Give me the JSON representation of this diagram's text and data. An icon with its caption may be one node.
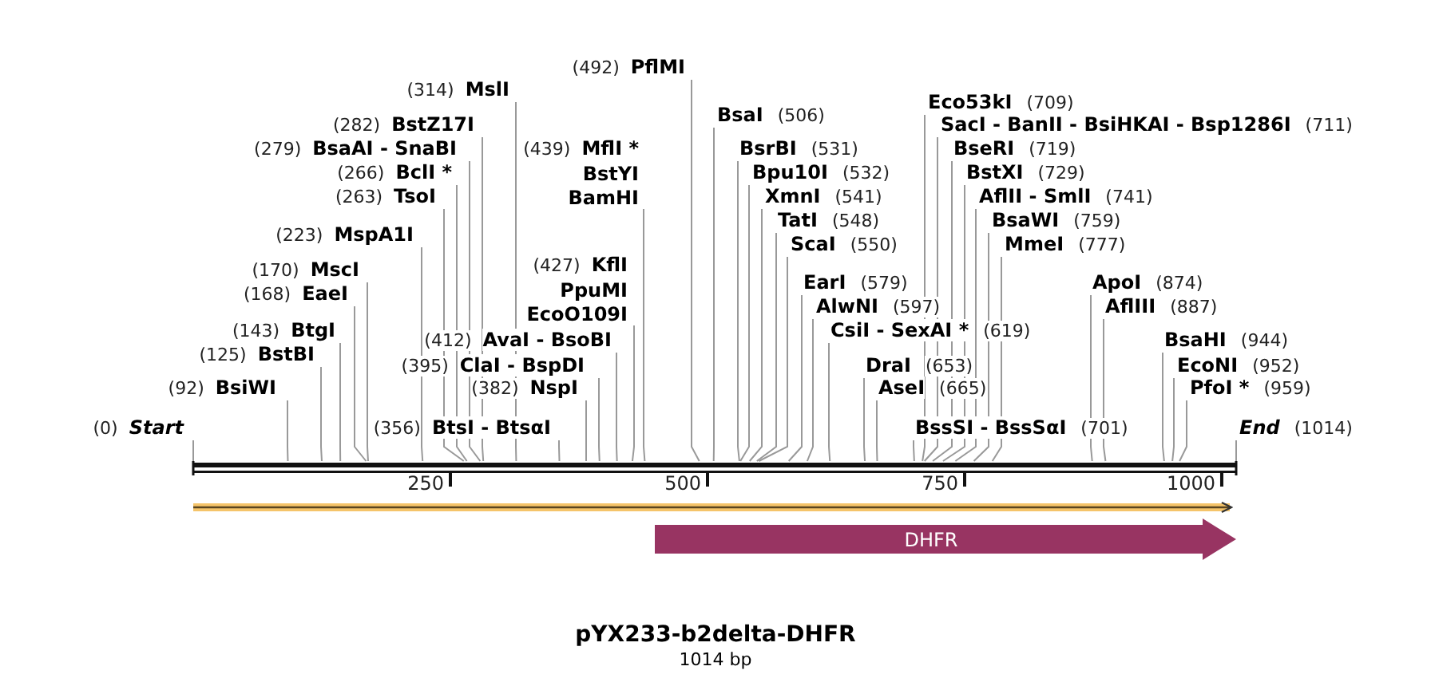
{
  "diagram": {
    "title": "pYX233-b2delta-DHFR",
    "caption": "1014 bp",
    "nodes": [
      {
        "text": [
          "(492)",
          "PflMI"
        ]
      },
      {
        "text": [
          "(314)",
          "MslI"
        ]
      },
      {
        "text": [
          "BsaI",
          "(506)"
        ]
      },
      {
        "text": [
          "(282)",
          "BstZ17I"
        ]
      },
      {
        "text": [
          "Eco53kI",
          "(709)"
        ]
      },
      {
        "text": [
          "SacI - BanII - BsiHKAI - Bsp1286I",
          "(711)"
        ]
      },
      {
        "text": [
          "(279)",
          "BsaAI - SnaBI"
        ]
      },
      {
        "text": [
          "(439)",
          "MflI *",
          "BstYI",
          "BamHI"
        ]
      },
      {
        "text": [
          "BsrBI",
          "(531)"
        ]
      },
      {
        "text": [
          "BseRI",
          "(719)"
        ]
      },
      {
        "text": [
          "(266)",
          "BclI *"
        ]
      },
      {
        "text": [
          "Bpu10I",
          "(532)"
        ]
      },
      {
        "text": [
          "BstXI",
          "(729)"
        ]
      },
      {
        "text": [
          "(263)",
          "TsoI"
        ]
      },
      {
        "text": [
          "XmnI",
          "(541)"
        ]
      },
      {
        "text": [
          "AflII - SmlI",
          "(741)"
        ]
      },
      {
        "text": [
          "TatI",
          "(548)"
        ]
      },
      {
        "text": [
          "BsaWI",
          "(759)"
        ]
      },
      {
        "text": [
          "(223)",
          "MspA1I"
        ]
      },
      {
        "text": [
          "ScaI",
          "(550)"
        ]
      },
      {
        "text": [
          "MmeI",
          "(777)"
        ]
      },
      {
        "text": [
          "(170)",
          "MscI"
        ]
      },
      {
        "text": [
          "(427)",
          "KflI",
          "PpuMI",
          "EcoO109I"
        ]
      },
      {
        "text": [
          "EarI",
          "(579)"
        ]
      },
      {
        "text": [
          "ApoI",
          "(874)"
        ]
      },
      {
        "text": [
          "(168)",
          "EaeI"
        ]
      },
      {
        "text": [
          "AlwNI",
          "(597)"
        ]
      },
      {
        "text": [
          "AflIII",
          "(887)"
        ]
      },
      {
        "text": [
          "(143)",
          "BtgI"
        ]
      },
      {
        "text": [
          "CsiI - SexAI *",
          "(619)"
        ]
      },
      {
        "text": [
          "(412)",
          "AvaI - BsoBI"
        ]
      },
      {
        "text": [
          "(125)",
          "BstBI"
        ]
      },
      {
        "text": [
          "BsaHI",
          "(944)"
        ]
      },
      {
        "text": [
          "(395)",
          "ClaI - BspDI"
        ]
      },
      {
        "text": [
          "DraI",
          "(653)"
        ]
      },
      {
        "text": [
          "EcoNI",
          "(952)"
        ]
      },
      {
        "text": [
          "(92)",
          "BsiWI"
        ]
      },
      {
        "text": [
          "(382)",
          "NspI"
        ]
      },
      {
        "text": [
          "AseI",
          "(665)"
        ]
      },
      {
        "text": [
          "PfoI *",
          "(959)"
        ]
      },
      {
        "text": [
          "(0)",
          "Start"
        ]
      },
      {
        "text": [
          "(356)",
          "BtsI - BtsαI"
        ]
      },
      {
        "text": [
          "BssSI - BssSαI",
          "(701)"
        ]
      },
      {
        "text": [
          "End",
          "(1014)"
        ]
      },
      {
        "text": [],
        "shape": "bar"
      },
      {
        "text": [
          "DHFR"
        ]
      }
    ],
    "edges": [
      {
        "from": 0,
        "to": 44,
        "arrow": "none"
      },
      {
        "from": 1,
        "to": 44,
        "arrow": "none"
      },
      {
        "from": 2,
        "to": 44,
        "arrow": "none"
      },
      {
        "from": 3,
        "to": 44,
        "arrow": "none"
      },
      {
        "from": 4,
        "to": 44,
        "arrow": "none"
      },
      {
        "from": 5,
        "to": 44,
        "arrow": "none"
      },
      {
        "from": 6,
        "to": 44,
        "arrow": "none"
      },
      {
        "from": 7,
        "to": 44,
        "arrow": "none"
      },
      {
        "from": 8,
        "to": 44,
        "arrow": "none"
      },
      {
        "from": 9,
        "to": 44,
        "arrow": "none"
      },
      {
        "from": 10,
        "to": 44,
        "arrow": "none"
      },
      {
        "from": 11,
        "to": 44,
        "arrow": "none"
      },
      {
        "from": 12,
        "to": 44,
        "arrow": "none"
      },
      {
        "from": 13,
        "to": 44,
        "arrow": "none"
      },
      {
        "from": 14,
        "to": 44,
        "arrow": "none"
      },
      {
        "from": 15,
        "to": 44,
        "arrow": "none"
      },
      {
        "from": 16,
        "to": 44,
        "arrow": "none"
      },
      {
        "from": 17,
        "to": 44,
        "arrow": "none"
      },
      {
        "from": 18,
        "to": 44,
        "arrow": "none"
      },
      {
        "from": 19,
        "to": 44,
        "arrow": "none"
      },
      {
        "from": 20,
        "to": 44,
        "arrow": "none"
      },
      {
        "from": 21,
        "to": 44,
        "arrow": "none"
      },
      {
        "from": 22,
        "to": 44,
        "arrow": "none"
      },
      {
        "from": 23,
        "to": 44,
        "arrow": "none"
      },
      {
        "from": 24,
        "to": 44,
        "arrow": "none"
      },
      {
        "from": 25,
        "to": 44,
        "arrow": "none"
      },
      {
        "from": 26,
        "to": 44,
        "arrow": "none"
      },
      {
        "from": 27,
        "to": 44,
        "arrow": "none"
      },
      {
        "from": 28,
        "to": 44,
        "arrow": "none"
      },
      {
        "from": 29,
        "to": 44,
        "arrow": "none"
      },
      {
        "from": 30,
        "to": 44,
        "arrow": "none"
      },
      {
        "from": 31,
        "to": 44,
        "arrow": "none"
      },
      {
        "from": 32,
        "to": 44,
        "arrow": "none"
      },
      {
        "from": 33,
        "to": 44,
        "arrow": "none"
      },
      {
        "from": 34,
        "to": 44,
        "arrow": "none"
      },
      {
        "from": 35,
        "to": 44,
        "arrow": "none"
      },
      {
        "from": 36,
        "to": 44,
        "arrow": "none"
      },
      {
        "from": 37,
        "to": 44,
        "arrow": "none"
      },
      {
        "from": 38,
        "to": 44,
        "arrow": "none"
      },
      {
        "from": 39,
        "to": 44,
        "arrow": "none"
      },
      {
        "from": 40,
        "to": 44,
        "arrow": "none"
      },
      {
        "from": 41,
        "to": 44,
        "arrow": "none"
      },
      {
        "from": 42,
        "to": 44,
        "arrow": "none"
      },
      {
        "from": 43,
        "to": 44,
        "arrow": "none"
      }
    ],
    "labels": [
      "250",
      "500",
      "750",
      "1000"
    ]
  }
}
